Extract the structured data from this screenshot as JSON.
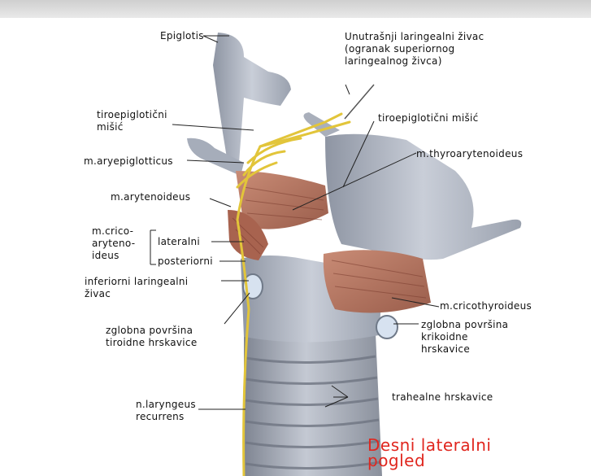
{
  "labels": {
    "epiglotis": "Epiglotis",
    "unutrasnji": "Unutrašnji laringealni živac\n(ogranak superiornog\nlaringealnog živca)",
    "tiroepi_left": "tiroepiglotični\nmišić",
    "tiroepi_right": "tiroepiglotični mišić",
    "thyroarytenoideus": "m.thyroarytenoideus",
    "aryepiglotticus": "m.aryepiglotticus",
    "arytenoideus": "m.arytenoideus",
    "crico": "m.crico-\naryteno-\nideus",
    "lateralni": "lateralni",
    "posteriorni": "posteriorni",
    "inferiorni": "inferiorni laringealni\nživac",
    "cricothyroideus": "m.cricothyroideus",
    "zglobna_tiroidne": "zglobna površina\ntiroidne hrskavice",
    "zglobna_krikoidne": "zglobna površina\nkrikoidne\nhrskavice",
    "trahealne": "trahealne hrskavice",
    "laryngeus": "n.laryngeus\nrecurrens"
  },
  "caption": "Desni lateralni\npogled",
  "colors": {
    "cartilage": "#b4bac6",
    "muscle": "#b77763",
    "nerve": "#e2c53a",
    "caption": "#e0261e"
  }
}
